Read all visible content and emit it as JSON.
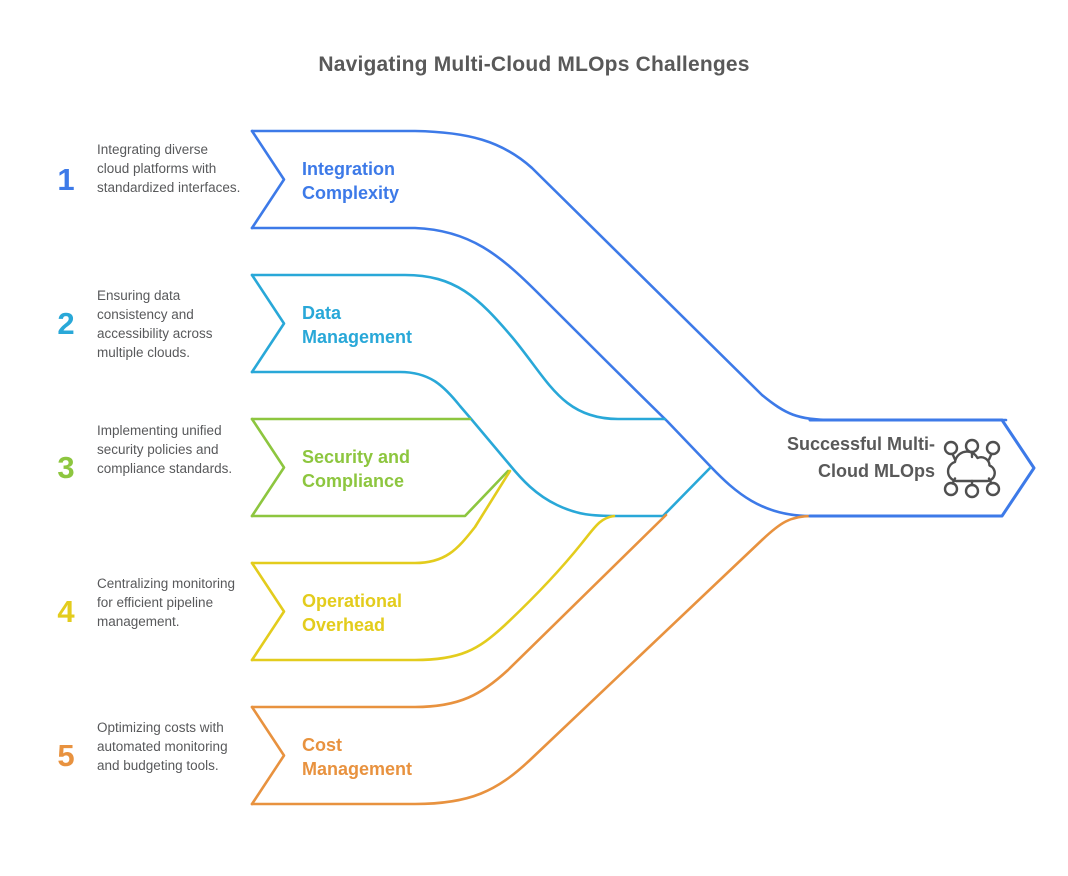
{
  "title": "Navigating Multi-Cloud MLOps Challenges",
  "title_color": "#595959",
  "description_color": "#58595b",
  "items": [
    {
      "number": "1",
      "label": "Integration Complexity",
      "description": "Integrating diverse cloud platforms with standardized interfaces.",
      "color": "#3d7ae8"
    },
    {
      "number": "2",
      "label": "Data Management",
      "description": "Ensuring data consistency and accessibility across multiple clouds.",
      "color": "#29a8d8"
    },
    {
      "number": "3",
      "label": "Security and Compliance",
      "description": "Implementing unified security policies and compliance standards.",
      "color": "#8dc63f"
    },
    {
      "number": "4",
      "label": "Operational Overhead",
      "description": "Centralizing monitoring for efficient pipeline management.",
      "color": "#e3cc1d"
    },
    {
      "number": "5",
      "label": "Cost Management",
      "description": "Optimizing costs with automated monitoring and budgeting tools.",
      "color": "#e8923f"
    }
  ],
  "result": {
    "label": "Successful Multi-Cloud MLOps",
    "text_color": "#595959",
    "arrow_color": "#3d7ae8",
    "icon": "cloud-network",
    "icon_color": "#4f4f4f"
  }
}
